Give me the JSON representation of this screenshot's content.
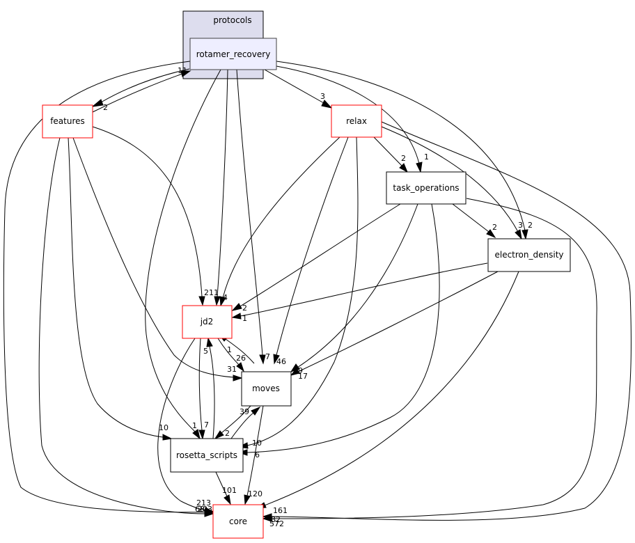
{
  "cluster": {
    "label": "protocols"
  },
  "nodes": {
    "rotamer_recovery": {
      "label": "rotamer_recovery",
      "border": "#404040",
      "fill": "#eeeeff"
    },
    "features": {
      "label": "features",
      "border": "#ff0000",
      "fill": "#ffffff"
    },
    "relax": {
      "label": "relax",
      "border": "#ff0000",
      "fill": "#ffffff"
    },
    "task_operations": {
      "label": "task_operations",
      "border": "#000000",
      "fill": "#ffffff"
    },
    "electron_density": {
      "label": "electron_density",
      "border": "#000000",
      "fill": "#ffffff"
    },
    "jd2": {
      "label": "jd2",
      "border": "#ff0000",
      "fill": "#ffffff"
    },
    "moves": {
      "label": "moves",
      "border": "#000000",
      "fill": "#ffffff"
    },
    "rosetta_scripts": {
      "label": "rosetta_scripts",
      "border": "#000000",
      "fill": "#ffffff"
    },
    "core": {
      "label": "core",
      "border": "#ff0000",
      "fill": "#ffffff"
    }
  },
  "edges": [
    {
      "from": "rotamer_recovery",
      "to": "features",
      "label": "2"
    },
    {
      "from": "features",
      "to": "rotamer_recovery",
      "label": "11"
    },
    {
      "from": "rotamer_recovery",
      "to": "relax",
      "label": "3"
    },
    {
      "from": "rotamer_recovery",
      "to": "task_operations",
      "label": "1"
    },
    {
      "from": "rotamer_recovery",
      "to": "electron_density",
      "label": "2"
    },
    {
      "from": "rotamer_recovery",
      "to": "jd2",
      "label": "11"
    },
    {
      "from": "rotamer_recovery",
      "to": "moves",
      "label": "7"
    },
    {
      "from": "rotamer_recovery",
      "to": "rosetta_scripts",
      "label": "1"
    },
    {
      "from": "rotamer_recovery",
      "to": "core",
      "label": "68"
    },
    {
      "from": "features",
      "to": "jd2",
      "label": "2"
    },
    {
      "from": "features",
      "to": "moves",
      "label": "31"
    },
    {
      "from": "features",
      "to": "rosetta_scripts",
      "label": "10"
    },
    {
      "from": "features",
      "to": "core",
      "label": "213"
    },
    {
      "from": "relax",
      "to": "task_operations",
      "label": "2"
    },
    {
      "from": "relax",
      "to": "electron_density",
      "label": "3"
    },
    {
      "from": "relax",
      "to": "jd2",
      "label": "4"
    },
    {
      "from": "relax",
      "to": "moves",
      "label": "46"
    },
    {
      "from": "relax",
      "to": "rosetta_scripts",
      "label": "10"
    },
    {
      "from": "relax",
      "to": "core",
      "label": "572"
    },
    {
      "from": "task_operations",
      "to": "electron_density",
      "label": "2"
    },
    {
      "from": "task_operations",
      "to": "jd2",
      "label": "2"
    },
    {
      "from": "task_operations",
      "to": "moves",
      "label": "9"
    },
    {
      "from": "task_operations",
      "to": "rosetta_scripts",
      "label": "6"
    },
    {
      "from": "task_operations",
      "to": "core",
      "label": "82"
    },
    {
      "from": "electron_density",
      "to": "jd2",
      "label": "1"
    },
    {
      "from": "electron_density",
      "to": "moves",
      "label": "17"
    },
    {
      "from": "electron_density",
      "to": "core",
      "label": "161"
    },
    {
      "from": "jd2",
      "to": "moves",
      "label": "26"
    },
    {
      "from": "moves",
      "to": "jd2",
      "label": "1"
    },
    {
      "from": "jd2",
      "to": "rosetta_scripts",
      "label": "7"
    },
    {
      "from": "rosetta_scripts",
      "to": "jd2",
      "label": "5"
    },
    {
      "from": "jd2",
      "to": "core",
      "label": "203"
    },
    {
      "from": "moves",
      "to": "rosetta_scripts",
      "label": "2"
    },
    {
      "from": "rosetta_scripts",
      "to": "moves",
      "label": "39"
    },
    {
      "from": "moves",
      "to": "core",
      "label": "120"
    },
    {
      "from": "rosetta_scripts",
      "to": "core",
      "label": "101"
    }
  ]
}
